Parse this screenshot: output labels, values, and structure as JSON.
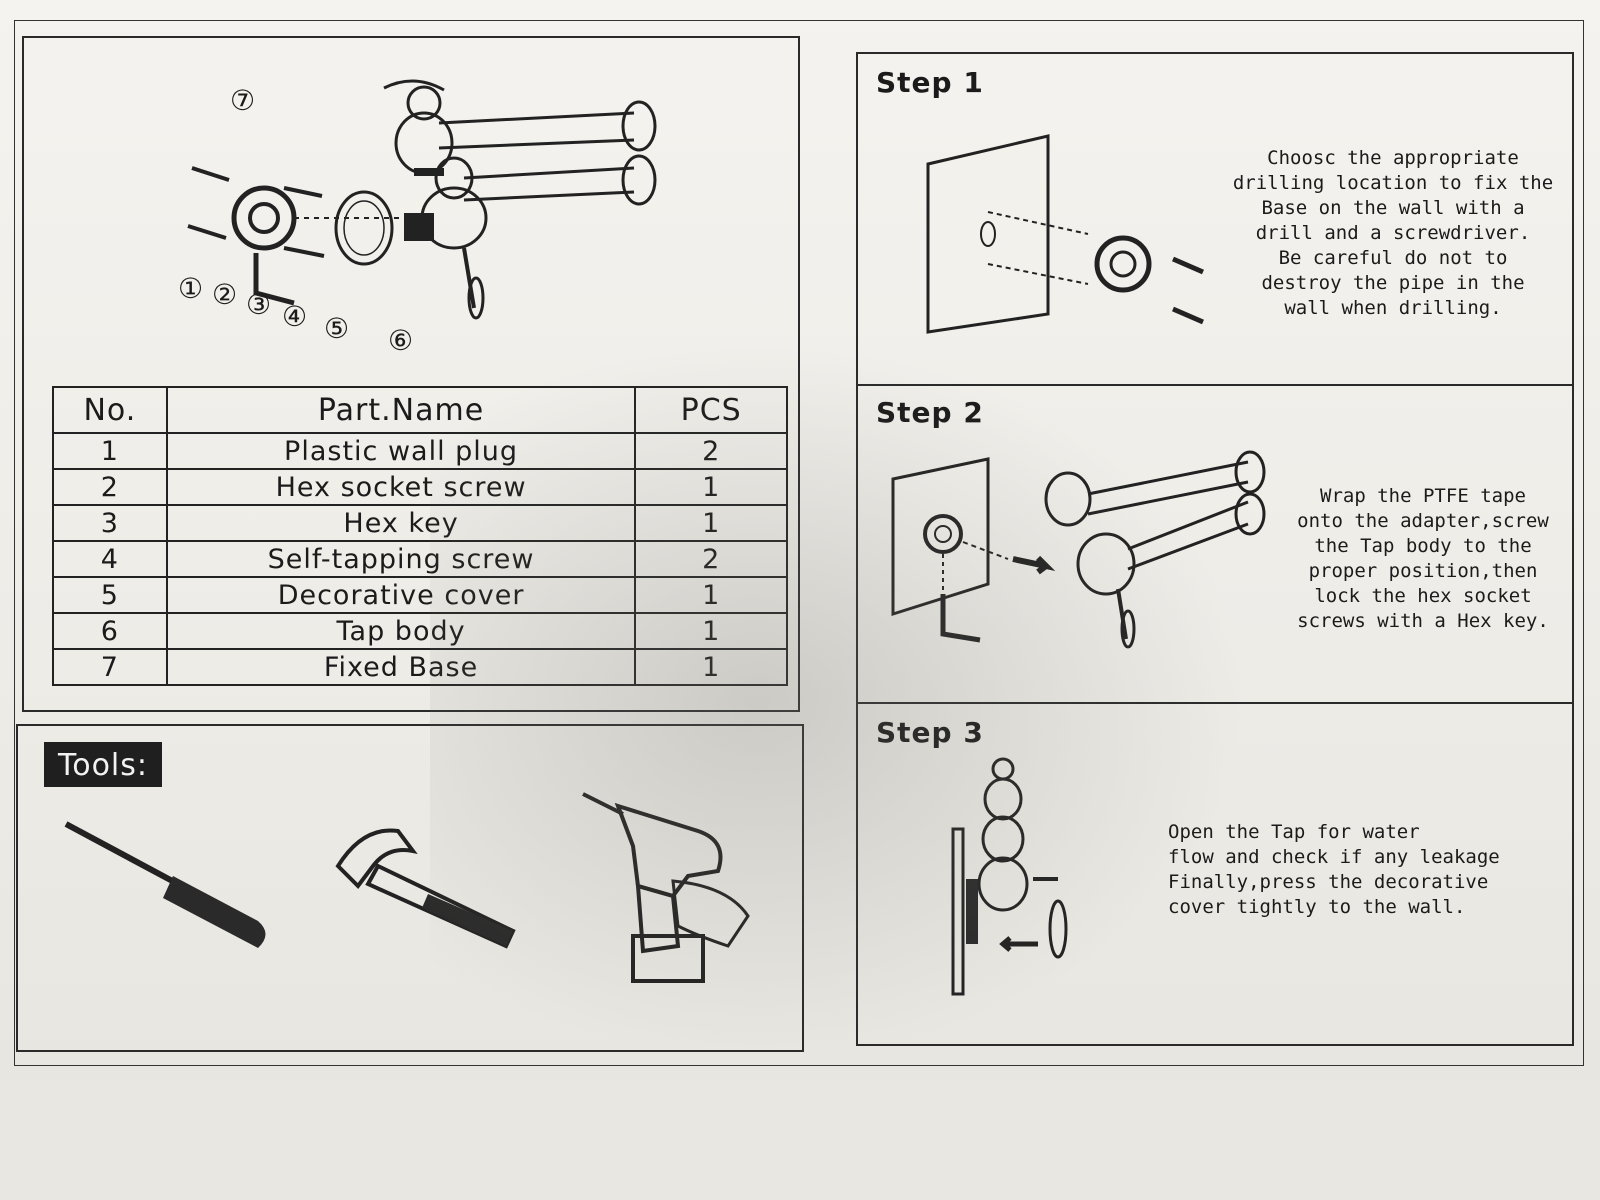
{
  "parts_table": {
    "headers": {
      "no": "No.",
      "name": "Part.Name",
      "pcs": "PCS"
    },
    "rows": [
      {
        "no": "1",
        "name": "Plastic wall plug",
        "pcs": "2"
      },
      {
        "no": "2",
        "name": "Hex socket screw",
        "pcs": "1"
      },
      {
        "no": "3",
        "name": "Hex key",
        "pcs": "1"
      },
      {
        "no": "4",
        "name": "Self-tapping screw",
        "pcs": "2"
      },
      {
        "no": "5",
        "name": "Decorative cover",
        "pcs": "1"
      },
      {
        "no": "6",
        "name": "Tap body",
        "pcs": "1"
      },
      {
        "no": "7",
        "name": "Fixed Base",
        "pcs": "1"
      }
    ]
  },
  "diagram_callouts": [
    "①",
    "②",
    "③",
    "④",
    "⑤",
    "⑥",
    "⑦"
  ],
  "tools": {
    "label": "Tools:",
    "items": [
      "screwdriver-icon",
      "hammer-icon",
      "drill-icon"
    ]
  },
  "steps": [
    {
      "title": "Step 1",
      "text": "Choosc the appropriate\ndrilling location to fix the\nBase on the wall with a\ndrill and a screwdriver.\n Be careful do not to\ndestroy the pipe in the\nwall when drilling."
    },
    {
      "title": "Step 2",
      "text": "Wrap the PTFE tape\nonto the adapter,screw\nthe Tap body to the\nproper position,then\nlock the hex socket\nscrews with a Hex key."
    },
    {
      "title": "Step 3",
      "text": "Open the Tap for water\nflow and check if any leakage\nFinally,press the decorative\ncover tightly to the wall."
    }
  ]
}
